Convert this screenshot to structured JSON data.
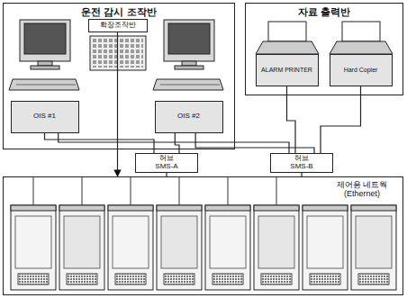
{
  "diagram": {
    "nodes": [
      {
        "text": [
          "운전 감시 조작반"
        ]
      },
      {
        "text": [
          "OIS #1"
        ],
        "in": 0
      },
      {
        "text": [
          "확장조작반"
        ],
        "in": 0
      },
      {
        "text": [
          "OIS #2"
        ],
        "in": 0
      },
      {
        "text": [
          "자료 출력반"
        ]
      },
      {
        "text": [
          "ALARM PRINTER"
        ],
        "in": 4
      },
      {
        "text": [
          "Hard Copier"
        ],
        "in": 4
      },
      {
        "text": [
          "허브 SMS-A"
        ]
      },
      {
        "text": [
          "허브 SMS-B"
        ]
      },
      {
        "text": [
          "제어용 네트웍 (Ethernet)"
        ]
      }
    ],
    "edges": [
      {
        "from": 1,
        "to": 7,
        "arrow": "none"
      },
      {
        "from": 1,
        "to": 8,
        "arrow": "none"
      },
      {
        "from": 3,
        "to": 7,
        "arrow": "none"
      },
      {
        "from": 3,
        "to": 8,
        "arrow": "none"
      },
      {
        "from": 5,
        "to": 8,
        "arrow": "none"
      },
      {
        "from": 6,
        "to": 8,
        "arrow": "none"
      },
      {
        "from": 7,
        "to": 9,
        "arrow": "none"
      },
      {
        "from": 8,
        "to": 9,
        "arrow": "none"
      },
      {
        "from": 2,
        "to": 9,
        "arrow": "to"
      }
    ]
  }
}
